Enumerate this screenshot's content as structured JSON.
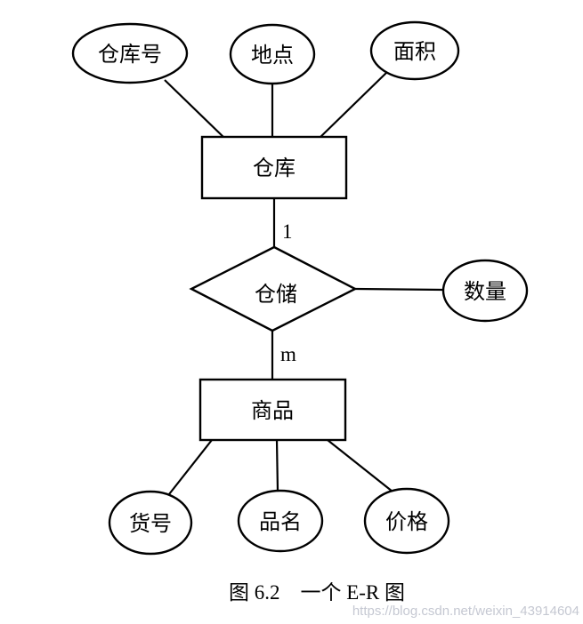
{
  "diagram": {
    "entities": {
      "warehouse": "仓库",
      "product": "商品"
    },
    "relationship": {
      "name": "仓储",
      "cardinality_warehouse_side": "1",
      "cardinality_product_side": "m"
    },
    "attributes": {
      "warehouse_no": "仓库号",
      "location": "地点",
      "area": "面积",
      "quantity": "数量",
      "item_no": "货号",
      "product_name": "品名",
      "price": "价格"
    }
  },
  "caption": "图 6.2　一个 E-R 图",
  "watermark": "https://blog.csdn.net/weixin_43914604",
  "colors": {
    "stroke": "#000000",
    "text": "#000000",
    "watermark": "#c5c8d2",
    "background": "#ffffff"
  }
}
